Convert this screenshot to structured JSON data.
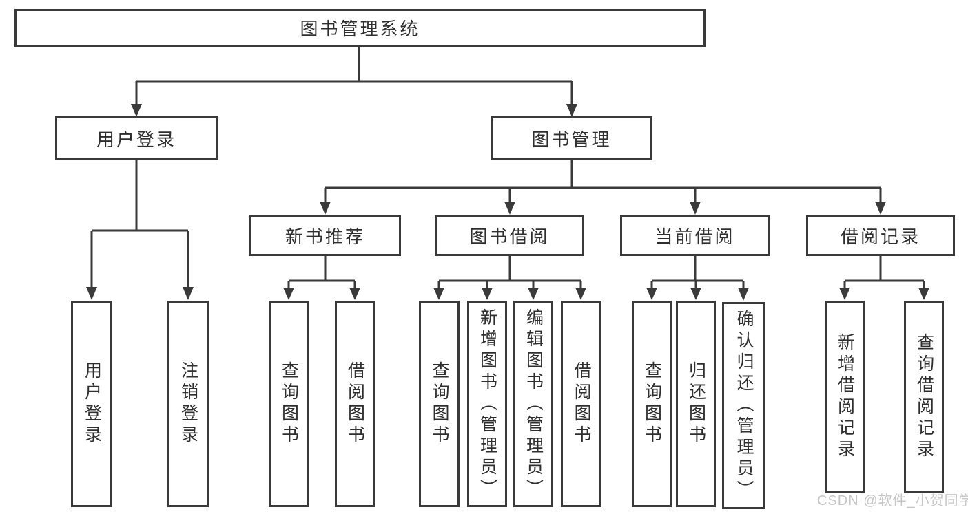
{
  "colors": {
    "line": "#3a3a3a",
    "text": "#2f2f2f",
    "watermark": "#c6c6c6",
    "background": "#ffffff"
  },
  "tree": {
    "root": {
      "label": "图书管理系统"
    },
    "branches": [
      {
        "label": "用户登录",
        "children": [
          {
            "label": "用户登录"
          },
          {
            "label": "注销登录"
          }
        ]
      },
      {
        "label": "图书管理",
        "children": [
          {
            "label": "新书推荐",
            "children": [
              {
                "label": "查询图书"
              },
              {
                "label": "借阅图书"
              }
            ]
          },
          {
            "label": "图书借阅",
            "children": [
              {
                "label": "查询图书"
              },
              {
                "label": "新增图书（管理员）"
              },
              {
                "label": "编辑图书（管理员）"
              },
              {
                "label": "借阅图书"
              }
            ]
          },
          {
            "label": "当前借阅",
            "children": [
              {
                "label": "查询图书"
              },
              {
                "label": "归还图书"
              },
              {
                "label": "确认归还（管理员）"
              }
            ]
          },
          {
            "label": "借阅记录",
            "children": [
              {
                "label": "新增借阅记录"
              },
              {
                "label": "查询借阅记录"
              }
            ]
          }
        ]
      }
    ]
  },
  "watermark": {
    "text": "CSDN @软件_小贺同学"
  }
}
